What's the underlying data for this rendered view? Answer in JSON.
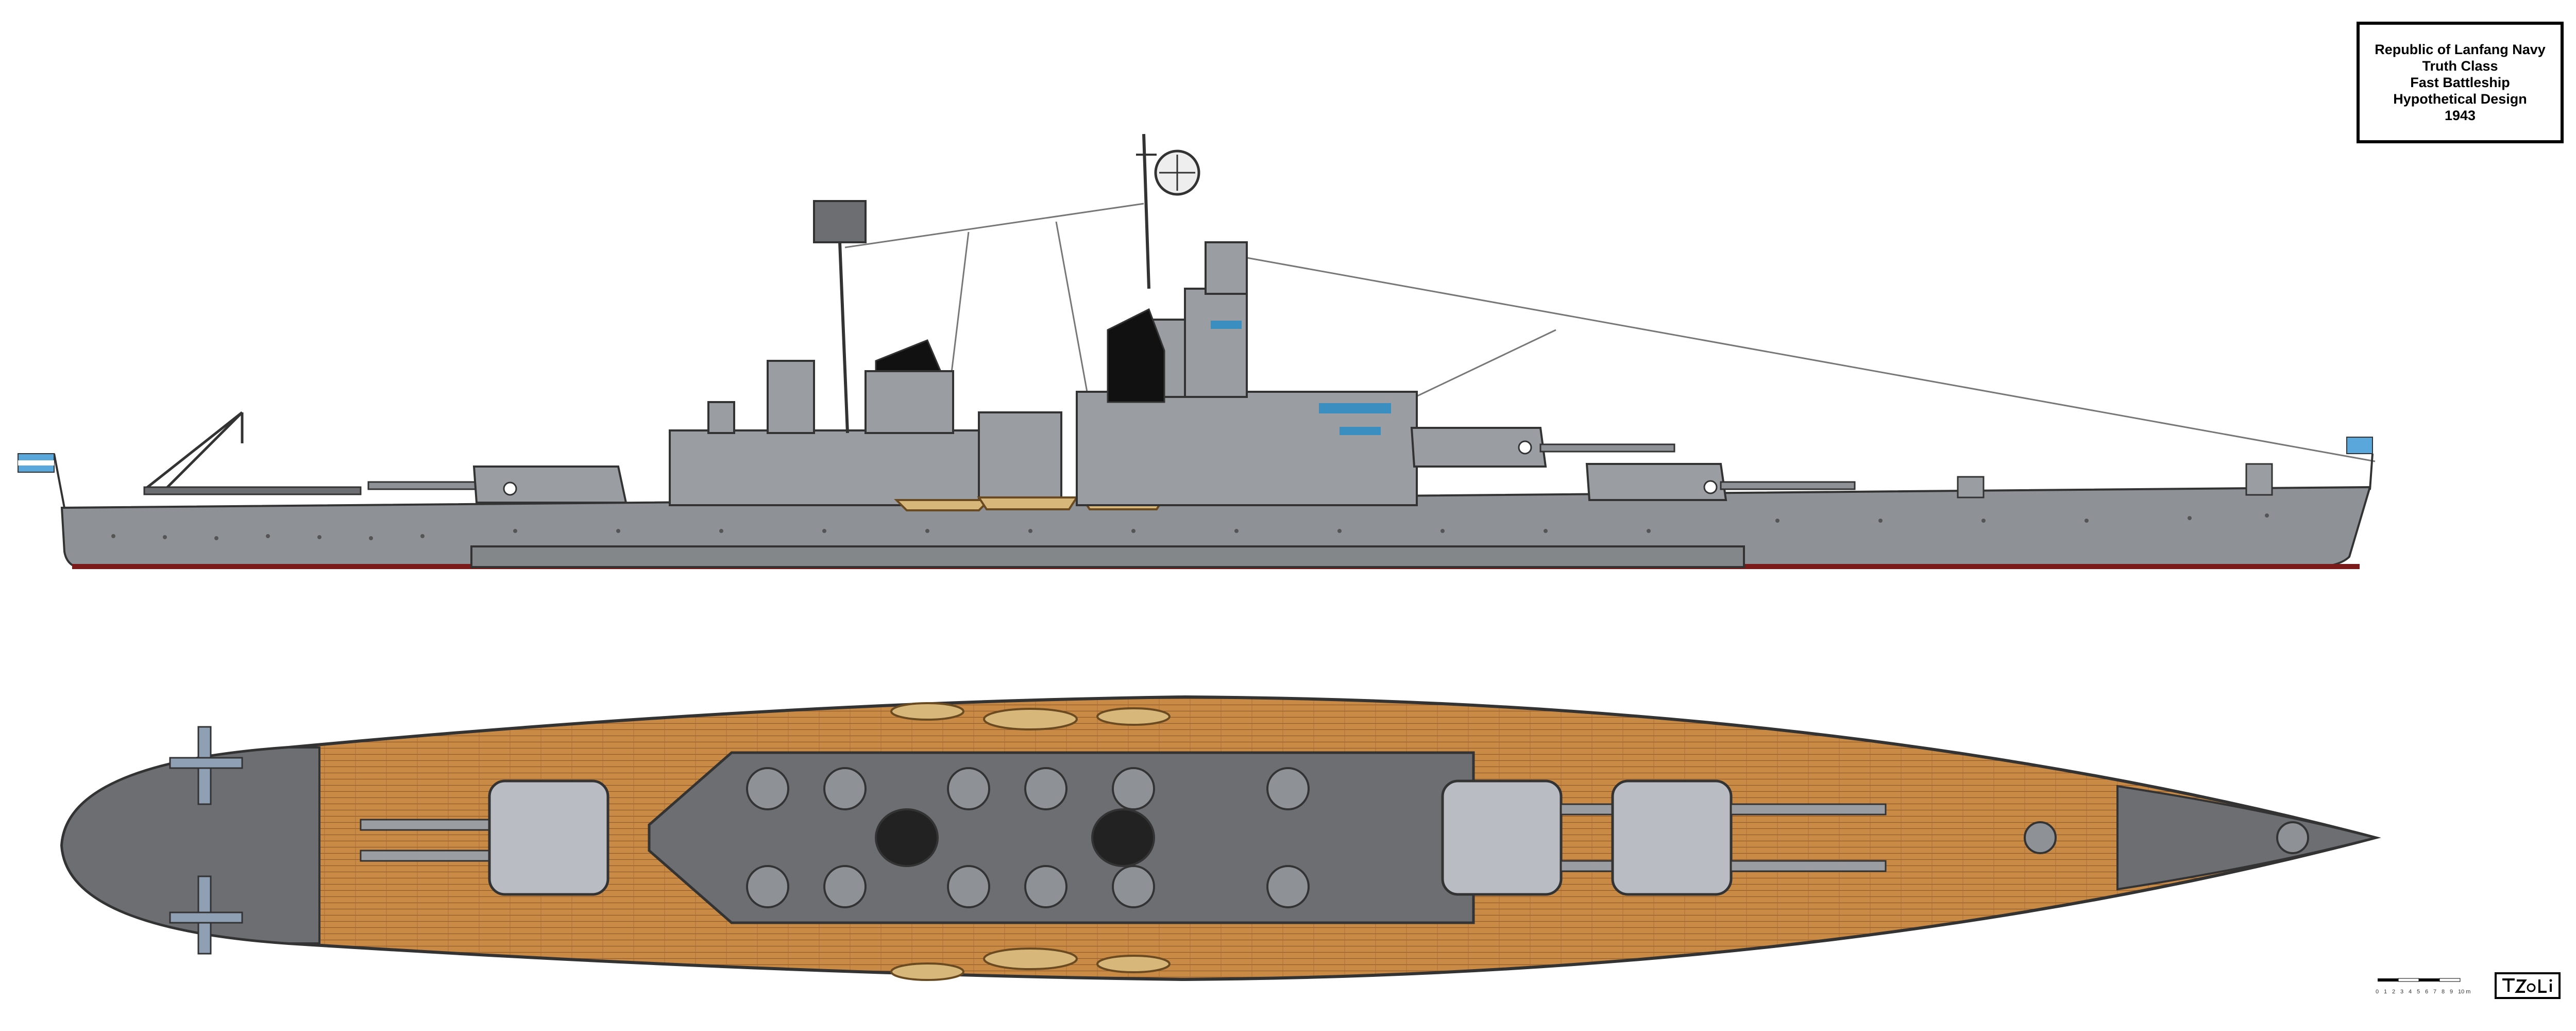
{
  "title_block": {
    "lines": [
      "Republic of Lanfang Navy",
      "Truth Class",
      "Fast Battleship",
      "Hypothetical Design",
      "1943"
    ]
  },
  "scale_bar": {
    "labels": [
      "0",
      "1",
      "2",
      "3",
      "4",
      "5",
      "6",
      "7",
      "8",
      "9",
      "10 m"
    ]
  },
  "signature_logo": "TZoli",
  "colors": {
    "hull_gray": "#8e9296",
    "superstructure_gray": "#9a9ea2",
    "turret_light": "#b9bcc2",
    "deck_wood": "#c98a45",
    "deck_wood_dark": "#9a6530",
    "deck_dark_gray": "#6c6e72",
    "boot_topping": "#7a1a1a",
    "window_blue": "#3a8fc0",
    "flag_blue": "#5aa7dc"
  }
}
